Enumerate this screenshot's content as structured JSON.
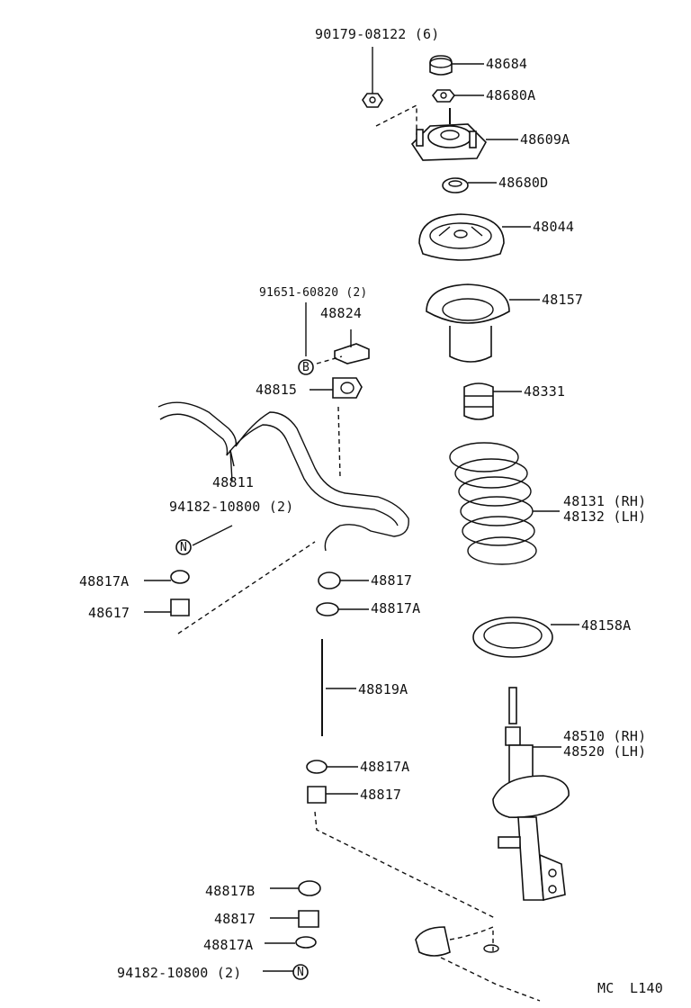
{
  "labels": {
    "l_90179": "90179-08122 (6)",
    "l_48684": "48684",
    "l_48680A": "48680A",
    "l_48609A": "48609A",
    "l_48680D": "48680D",
    "l_48044": "48044",
    "l_91651": "91651-60820 (2)",
    "l_48824": "48824",
    "l_48157": "48157",
    "l_48815": "48815",
    "l_48331": "48331",
    "l_48811": "48811",
    "l_94182_top": "94182-10800 (2)",
    "l_48131": "48131 (RH)",
    "l_48132": "48132 (LH)",
    "l_48817A_left": "48817A",
    "l_48617": "48617",
    "l_48817_mid": "48817",
    "l_48817A_mid": "48817A",
    "l_48158A": "48158A",
    "l_48819A": "48819A",
    "l_48510": "48510 (RH)",
    "l_48520": "48520 (LH)",
    "l_48817A_low": "48817A",
    "l_48817_low": "48817",
    "l_48817B": "48817B",
    "l_48817_bot": "48817",
    "l_48817A_bot": "48817A",
    "l_94182_bot": "94182-10800 (2)",
    "l_mc": "MC",
    "l_code": "L140"
  },
  "symbols": {
    "b_mark": "B",
    "n_mark_top": "N",
    "n_mark_bot": "N"
  },
  "icons": {
    "nut": "hex-nut-icon",
    "cap": "dust-cap-icon",
    "mount": "strut-mount-icon",
    "spring": "coil-spring-icon",
    "strut": "shock-absorber-icon",
    "bar": "stabilizer-bar-icon"
  }
}
